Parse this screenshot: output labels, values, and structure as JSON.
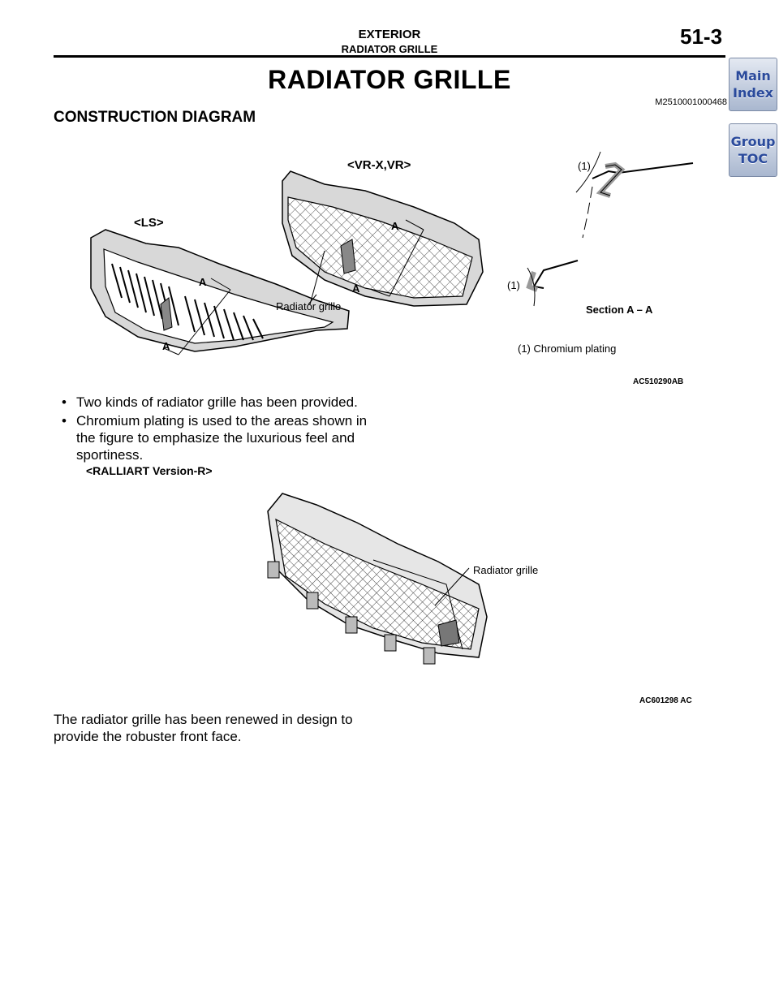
{
  "header": {
    "section": "EXTERIOR",
    "subsection": "RADIATOR GRILLE",
    "page": "51-3"
  },
  "nav": {
    "main_index": [
      "Main",
      "Index"
    ],
    "group_toc": [
      "Group",
      "TOC"
    ]
  },
  "title": "RADIATOR GRILLE",
  "doc_id": "M2510001000468",
  "section_heading": "CONSTRUCTION DIAGRAM",
  "figure1": {
    "label_ls": "<LS>",
    "label_vrx": "<VR-X,VR>",
    "label_a": "A",
    "label_grille": "Radiator grille",
    "label_one": "(1)",
    "label_section": "Section A – A",
    "label_chrome": "(1) Chromium plating",
    "id": "AC510290AB"
  },
  "bullets": [
    "Two kinds of radiator grille has been provided.",
    "Chromium plating is used to the areas shown in the figure to emphasize the luxurious feel and sportiness."
  ],
  "variant_label": "<RALLIART Version-R>",
  "figure2": {
    "label_grille": "Radiator grille",
    "id": "AC601298 AC"
  },
  "body_text": "The radiator grille has been renewed in design to provide the robuster front face."
}
